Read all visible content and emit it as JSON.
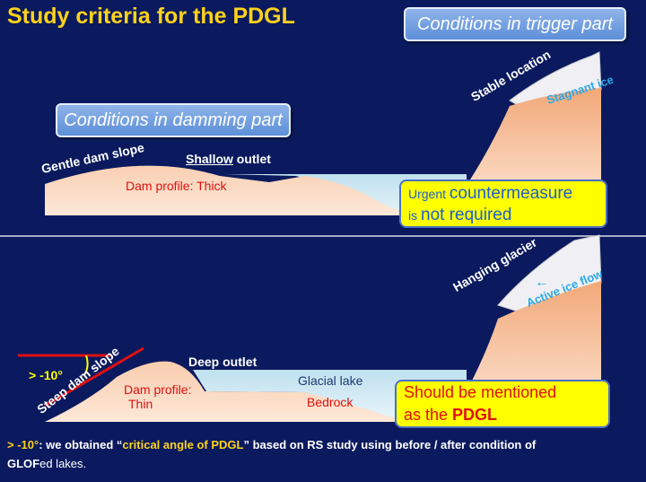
{
  "slide": {
    "title": "Study criteria for the PDGL",
    "trigger_box": "Conditions in trigger part",
    "damming_box": "Conditions in damming part"
  },
  "top_case": {
    "dam_slope": "Gentle dam slope",
    "outlet_underlined": "Shallow",
    "outlet_rest": " outlet",
    "dam_profile": "Dam profile: Thick",
    "stable": "Stable location",
    "stagnant": "Stagnant ice",
    "conclusion_a": "Urgent ",
    "conclusion_b": "countermeasure",
    "conclusion_c": "is ",
    "conclusion_d": "not required"
  },
  "bottom_case": {
    "angle": "> -10°",
    "dam_slope": "Steep dam slope",
    "outlet": "Deep outlet",
    "dam_profile_1": "Dam profile:",
    "dam_profile_2": "Thin",
    "glacial_lake": "Glacial lake",
    "bedrock": "Bedrock",
    "hanging": "Hanging glacier",
    "active_arrow": "←",
    "active": "Active ice flow",
    "conclusion_a": "Should be mentioned",
    "conclusion_b": "as the ",
    "conclusion_c": "PDGL"
  },
  "footnote": {
    "part1": "> -10°",
    "part2": ": we obtained “",
    "part3": "critical angle of PDGL",
    "part4": "” based on RS study using before / after condition of",
    "part5": "GLOF",
    "part6": "ed lakes."
  },
  "colors": {
    "background": "#0b1a5e",
    "title": "#ffd21a",
    "terrain": "#f0a070",
    "lake": "#c8e4f0",
    "ice": "#f0f0f4",
    "conclusion_fill": "#ffff00",
    "red_text": "#e01010",
    "blue_text": "#1a5fd0"
  }
}
